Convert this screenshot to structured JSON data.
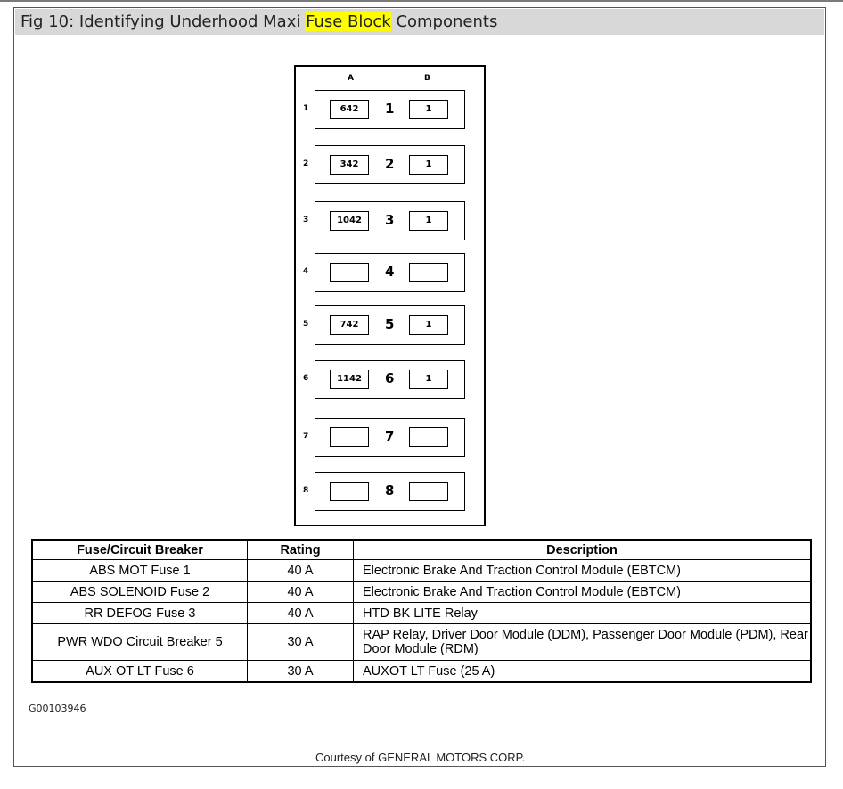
{
  "title": {
    "before": "Fig 10: Identifying Underhood Maxi ",
    "highlight": "Fuse Block",
    "after": " Components",
    "highlight_color": "#ffff00"
  },
  "diagram": {
    "column_labels": [
      "A",
      "B"
    ],
    "slots": [
      {
        "row": "1",
        "a": "642",
        "num": "1",
        "b": "1"
      },
      {
        "row": "2",
        "a": "342",
        "num": "2",
        "b": "1"
      },
      {
        "row": "3",
        "a": "1042",
        "num": "3",
        "b": "1"
      },
      {
        "row": "4",
        "a": "",
        "num": "4",
        "b": ""
      },
      {
        "row": "5",
        "a": "742",
        "num": "5",
        "b": "1"
      },
      {
        "row": "6",
        "a": "1142",
        "num": "6",
        "b": "1"
      },
      {
        "row": "7",
        "a": "",
        "num": "7",
        "b": ""
      },
      {
        "row": "8",
        "a": "",
        "num": "8",
        "b": ""
      }
    ]
  },
  "table": {
    "headers": [
      "Fuse/Circuit Breaker",
      "Rating",
      "Description"
    ],
    "rows": [
      [
        "ABS MOT Fuse 1",
        "40 A",
        "Electronic Brake And Traction Control Module (EBTCM)"
      ],
      [
        "ABS SOLENOID Fuse 2",
        "40 A",
        "Electronic Brake And Traction Control Module (EBTCM)"
      ],
      [
        "RR DEFOG Fuse 3",
        "40 A",
        "HTD BK LITE Relay"
      ],
      [
        "PWR WDO Circuit Breaker 5",
        "30 A",
        "RAP Relay, Driver Door Module (DDM), Passenger Door Module (PDM), Rear Door Module (RDM)"
      ],
      [
        "AUX OT LT Fuse 6",
        "30 A",
        "AUXOT LT Fuse (25 A)"
      ]
    ]
  },
  "figure_id": "G00103946",
  "credit": "Courtesy of GENERAL MOTORS CORP."
}
